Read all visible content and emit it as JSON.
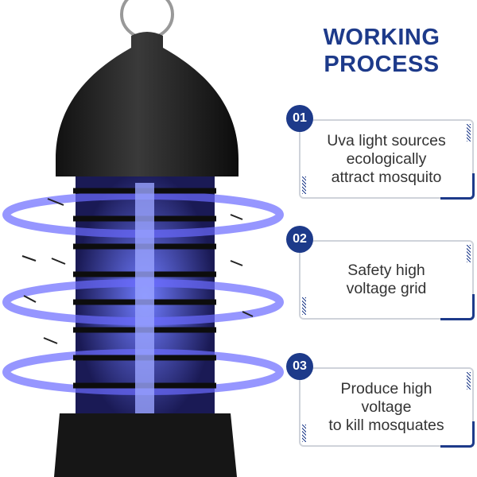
{
  "title": {
    "line1": "WORKING",
    "line2": "PROCESS"
  },
  "steps": [
    {
      "number": "01",
      "lines": [
        "Uva light sources",
        "ecologically",
        "attract mosquito"
      ]
    },
    {
      "number": "02",
      "lines": [
        "Safety high",
        "voltage grid"
      ]
    },
    {
      "number": "03",
      "lines": [
        "Produce high",
        "voltage",
        "to kill mosquates"
      ]
    }
  ],
  "colors": {
    "accent": "#1d3a8a",
    "glow": "#4a55ff"
  }
}
